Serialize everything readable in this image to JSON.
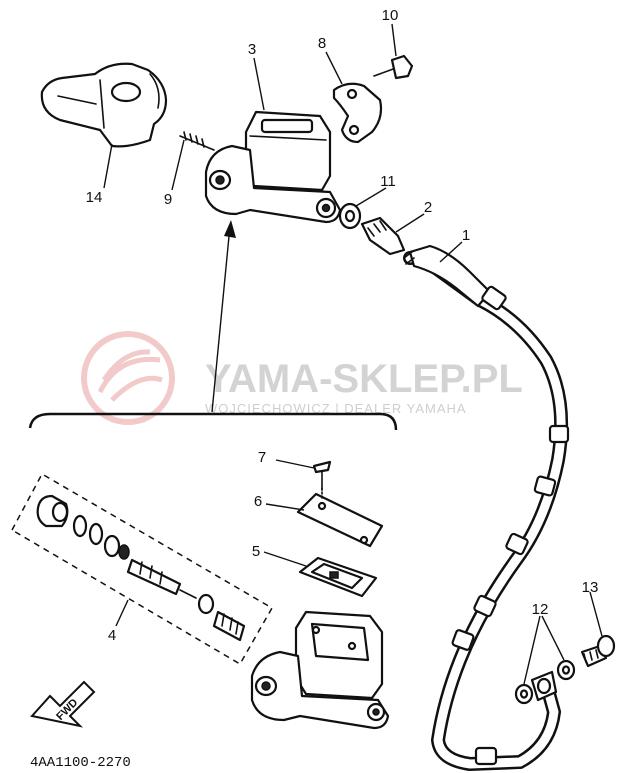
{
  "callouts": {
    "c1": "1",
    "c2": "2",
    "c3": "3",
    "c4": "4",
    "c5": "5",
    "c6": "6",
    "c7": "7",
    "c8": "8",
    "c9": "9",
    "c10": "10",
    "c11": "11",
    "c12": "12",
    "c13": "13",
    "c14": "14"
  },
  "diagram_code": "4AA1100-2270",
  "fwd_label": "FWD",
  "watermark": {
    "brand": "YAMA-SKLEP.PL",
    "subtitle": "WOJCIECHOWICZ | DEALER YAMAHA"
  },
  "colors": {
    "line": "#111111",
    "watermark_logo": "#e8a0a0",
    "watermark_text": "#c9c9c9"
  }
}
